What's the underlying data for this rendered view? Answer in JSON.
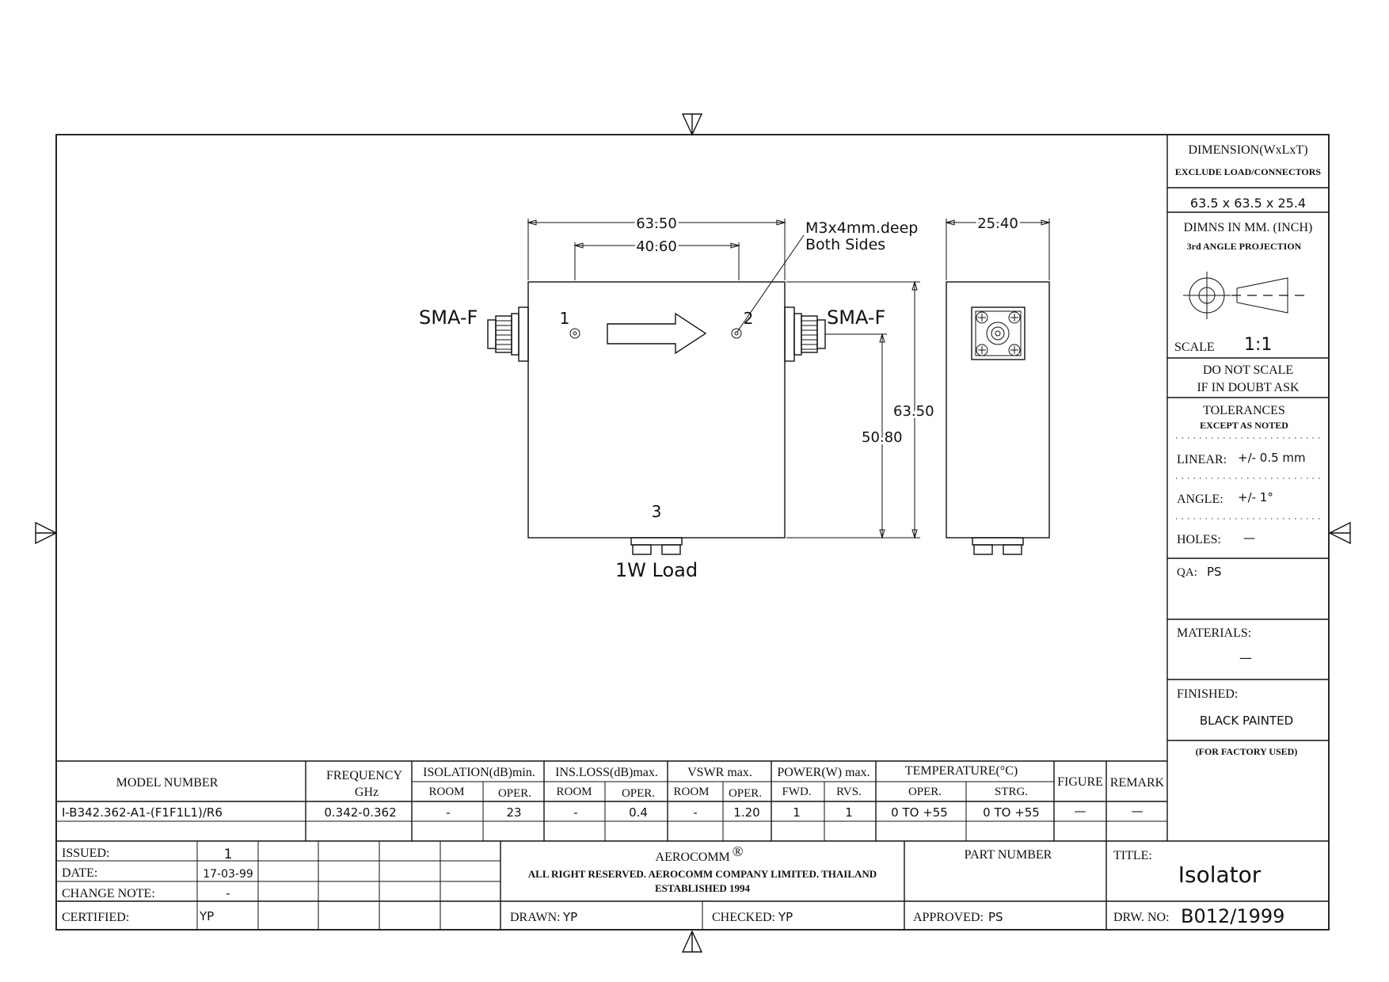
{
  "drawing": {
    "dim_width": "63.50",
    "dim_hole_spacing": "40.60",
    "dim_side": "25.40",
    "dim_height": "63.50",
    "dim_port_height": "50.80",
    "hole_note_line1": "M3x4mm.deep",
    "hole_note_line2": "Both Sides",
    "port_left_label": "SMA-F",
    "port_right_label": "SMA-F",
    "port1": "1",
    "port2": "2",
    "port3": "3",
    "load_label": "1W Load"
  },
  "side_panel": {
    "dimension_heading": "DIMENSION(WxLxT)",
    "dimension_sub": "EXCLUDE LOAD/CONNECTORS",
    "dimension_value": "63.5 x 63.5 x 25.4",
    "dimns_in": "DIMNS IN MM. (INCH)",
    "projection": "3rd ANGLE PROJECTION",
    "scale_label": "SCALE",
    "scale_value": "1:1",
    "do_not_scale": "DO NOT SCALE",
    "if_in_doubt": "IF IN DOUBT ASK",
    "tolerances": "TOLERANCES",
    "except_as_noted": "EXCEPT AS NOTED",
    "linear_label": "LINEAR:",
    "linear_value": "+/- 0.5 mm",
    "angle_label": "ANGLE:",
    "angle_value": "+/- 1°",
    "holes_label": "HOLES:",
    "holes_value": "—",
    "qa_label": "QA:",
    "qa_value": "PS",
    "materials_label": "MATERIALS:",
    "materials_value": "—",
    "finished_label": "FINISHED:",
    "finished_value": "BLACK PAINTED",
    "factory_note": "(FOR FACTORY USED)"
  },
  "spec_table": {
    "h_model": "MODEL NUMBER",
    "h_freq_1": "FREQUENCY",
    "h_freq_2": "GHz",
    "h_isolation": "ISOLATION(dB)min.",
    "h_insloss": "INS.LOSS(dB)max.",
    "h_vswr": "VSWR max.",
    "h_power": "POWER(W) max.",
    "h_temp": "TEMPERATURE(°C)",
    "h_figure": "FIGURE",
    "h_remark": "REMARK",
    "sub_room_1": "ROOM",
    "sub_oper_1": "OPER.",
    "sub_room_2": "ROOM",
    "sub_oper_2": "OPER.",
    "sub_room_3": "ROOM",
    "sub_oper_3": "OPER.",
    "sub_fwd": "FWD.",
    "sub_rvs": "RVS.",
    "sub_oper_4": "OPER.",
    "sub_strg": "STRG.",
    "row": {
      "model": "I-B342.362-A1-(F1F1L1)/R6",
      "freq": "0.342-0.362",
      "iso_room": "-",
      "iso_oper": "23",
      "il_room": "-",
      "il_oper": "0.4",
      "vswr_room": "-",
      "vswr_oper": "1.20",
      "pwr_fwd": "1",
      "pwr_rvs": "1",
      "temp_oper": "0 TO +55",
      "temp_strg": "0 TO +55",
      "figure": "—",
      "remark": "—"
    }
  },
  "title_block": {
    "issued_label": "ISSUED:",
    "issued_value": "1",
    "date_label": "DATE:",
    "date_value": "17-03-99",
    "change_note_label": "CHANGE NOTE:",
    "change_note_value": "-",
    "certified_label": "CERTIFIED:",
    "certified_value": "YP",
    "company": "AEROCOMM",
    "registered": "®",
    "rights": "ALL RIGHT RESERVED. AEROCOMM COMPANY LIMITED. THAILAND",
    "established": "ESTABLISHED 1994",
    "drawn_label": "DRAWN:",
    "drawn_value": "YP",
    "checked_label": "CHECKED:",
    "checked_value": "YP",
    "part_number_label": "PART NUMBER",
    "approved_label": "APPROVED:",
    "approved_value": "PS",
    "title_label": "TITLE:",
    "title_value": "Isolator",
    "drw_no_label": "DRW. NO:",
    "drw_no_value": "B012/1999"
  }
}
